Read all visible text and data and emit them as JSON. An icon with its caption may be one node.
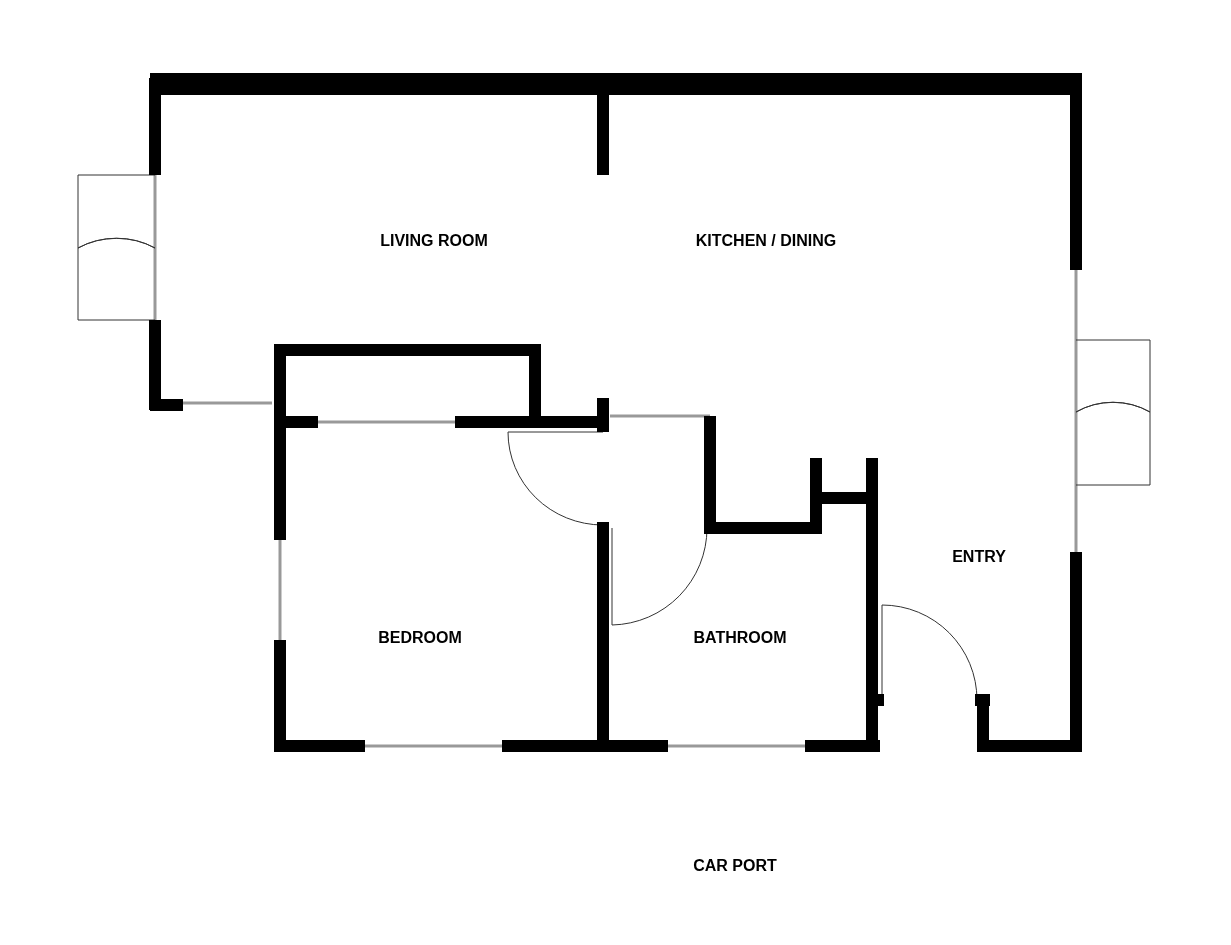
{
  "diagram": {
    "labels": [
      "LIVING ROOM",
      "KITCHEN / DINING",
      "ENTRY",
      "BEDROOM",
      "BATHROOM",
      "CAR PORT"
    ]
  }
}
